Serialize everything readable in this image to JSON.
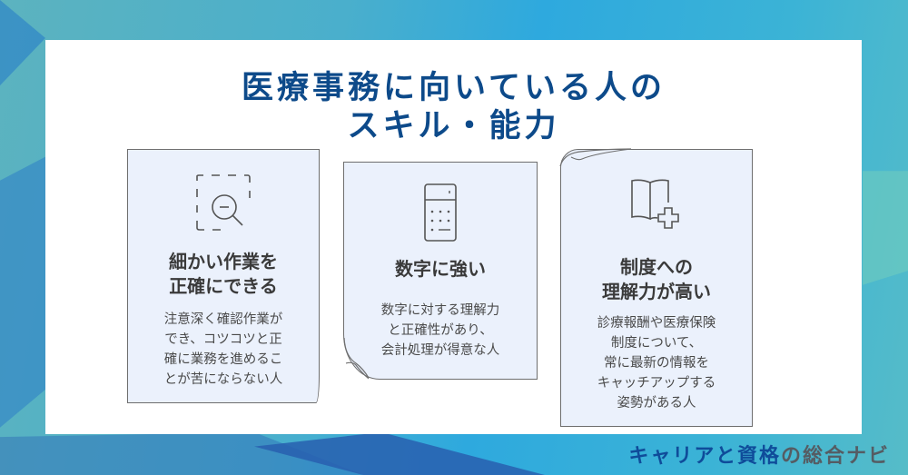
{
  "title": {
    "line1": "医療事務に向いている人の",
    "line2": "スキル・能力"
  },
  "cards": [
    {
      "icon": "magnifier-minus-dashed-frame-icon",
      "title_line1": "細かい作業を",
      "title_line2": "正確にできる",
      "desc": [
        "注意深く確認作業が",
        "でき、コツコツと正",
        "確に業務を進めるこ",
        "とが苦にならない人"
      ]
    },
    {
      "icon": "calculator-icon",
      "title_line1": "数字に強い",
      "desc": [
        "数字に対する理解力",
        "と正確性があり、",
        "会計処理が得意な人"
      ]
    },
    {
      "icon": "book-plus-icon",
      "title_line1": "制度への",
      "title_line2": "理解力が高い",
      "desc": [
        "診療報酬や医療保険",
        "制度について、",
        "常に最新の情報を",
        "キャッチアップする",
        "姿勢がある人"
      ]
    }
  ],
  "brand": {
    "part1": "キャリアと資格",
    "part2": "の総合ナビ"
  },
  "colors": {
    "title": "#0d4a8a",
    "card_bg": "#ebf1fc",
    "brand_blue": "#0f4c9a",
    "brand_gray": "#555c63"
  }
}
